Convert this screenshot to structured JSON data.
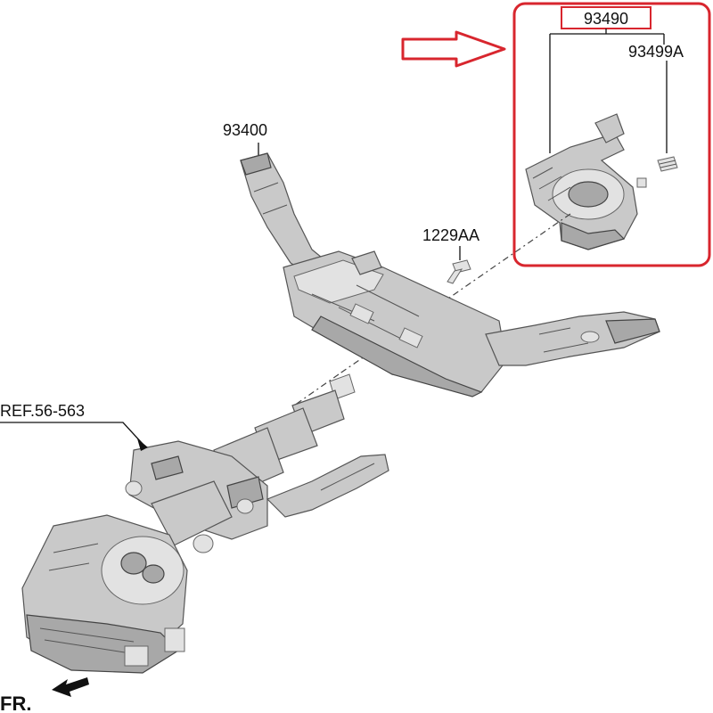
{
  "labels": {
    "clock_spring": "93490",
    "screw": "93499A",
    "combination_switch": "93400",
    "bolt": "1229AA",
    "reference": "REF.56-563",
    "front": "FR."
  },
  "colors": {
    "highlight_box": "#d8262e",
    "arrow_outline": "#d8262e",
    "part_fill": "#c9c9c9",
    "line": "#111111"
  }
}
